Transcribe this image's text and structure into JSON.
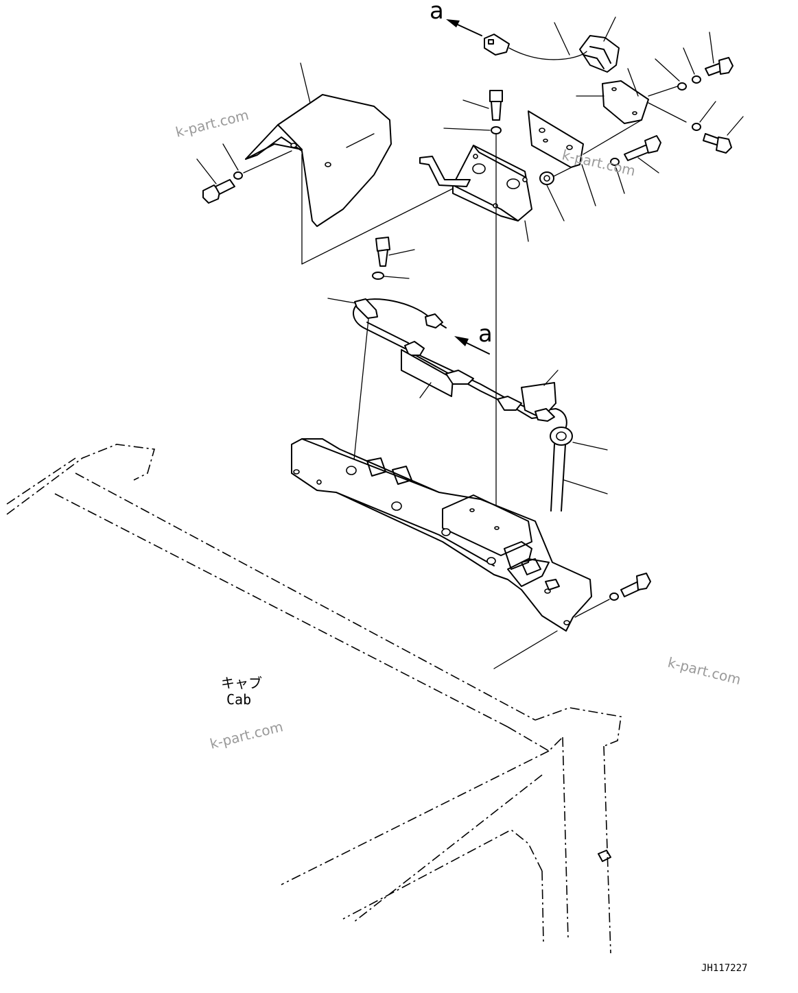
{
  "labels": {
    "ref_top": "a",
    "ref_mid": "a",
    "cab_jp": "キャブ",
    "cab_en": "Cab",
    "drawing_no": "JH117227"
  },
  "watermarks": [
    "k-part.com",
    "k-part.com",
    "k-part.com",
    "k-part.com"
  ]
}
